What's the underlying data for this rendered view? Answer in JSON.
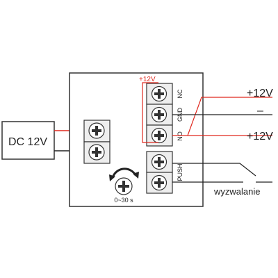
{
  "power_supply": {
    "label": "DC 12V"
  },
  "input_polarity": {
    "plus": "+",
    "minus": "−"
  },
  "relay_terminals": {
    "supply_label": "+12V",
    "nc": "NC",
    "gnd": "GND",
    "no": "NO"
  },
  "push_terminal": {
    "label": "PUSH"
  },
  "timer": {
    "range_label": "0~30 s"
  },
  "outputs": {
    "plus_top": "+12V",
    "minus": "–",
    "plus_bottom": "+12V"
  },
  "trigger": {
    "label": "wyzwalanie"
  },
  "colors": {
    "positive": "#e0281e",
    "negative": "#222222",
    "outline": "#333333",
    "terminal_fill": "#eeeeee"
  }
}
